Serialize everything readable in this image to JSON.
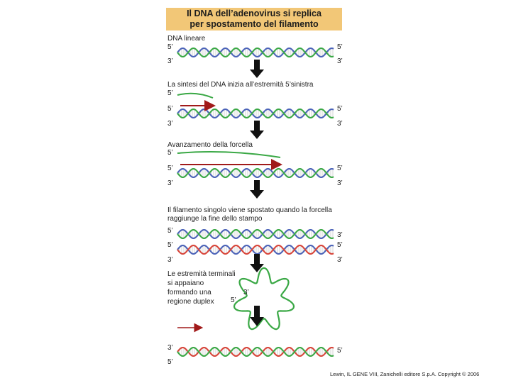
{
  "title": {
    "line1": "Il DNA dell’adenovirus si replica",
    "line2": "per spostamento del filamento"
  },
  "steps": {
    "s1": "DNA lineare",
    "s2": "La sintesi del DNA inizia all’estremità 5’sinistra",
    "s3": "Avanzamento della forcella",
    "s4a": "Il filamento singolo viene spostato quando la forcella",
    "s4b": "raggiunge la fine dello stampo",
    "s5a": "Le estremità terminali",
    "s5b": "si appaiano",
    "s5c": "formando una",
    "s5d": "regione duplex"
  },
  "ends": {
    "five": "5’",
    "three": "3’"
  },
  "colors": {
    "title_bg": "#f2c777",
    "strand_green": "#3aa845",
    "strand_blue": "#4b63b8",
    "strand_red": "#d8453a",
    "new_strand_arrow": "#a11a1a",
    "step_arrow": "#111111"
  },
  "caption": "Lewin, IL GENE VIII, Zanichelli editore S.p.A. Copyright © 2006"
}
